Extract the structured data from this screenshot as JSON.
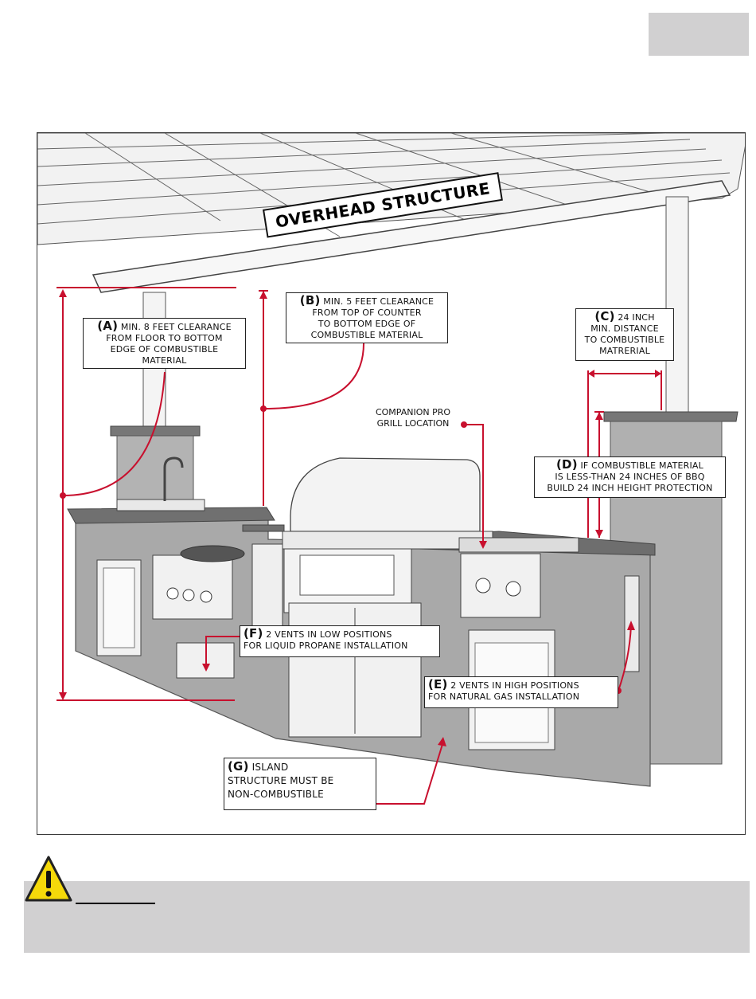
{
  "overhead_label": "OVERHEAD STRUCTURE",
  "callouts": {
    "a": {
      "tag": "(A)",
      "line1": "MIN. 8 FEET CLEARANCE",
      "line2": "FROM FLOOR TO BOTTOM",
      "line3": "EDGE OF COMBUSTIBLE",
      "line4": "MATERIAL"
    },
    "b": {
      "tag": "(B)",
      "line1": "MIN. 5 FEET CLEARANCE",
      "line2": "FROM TOP OF COUNTER",
      "line3": "TO BOTTOM EDGE OF",
      "line4": "COMBUSTIBLE MATERIAL"
    },
    "c": {
      "tag": "(C)",
      "line1": "24 INCH",
      "line2": "MIN. DISTANCE",
      "line3": "TO COMBUSTIBLE",
      "line4": "MATRERIAL"
    },
    "d": {
      "tag": "(D)",
      "line1": "IF COMBUSTIBLE MATERIAL",
      "line2": "IS LESS-THAN 24 INCHES OF BBQ",
      "line3": "BUILD 24 INCH HEIGHT PROTECTION"
    },
    "e": {
      "tag": "(E)",
      "line1": "2 VENTS IN HIGH POSITIONS",
      "line2": "FOR NATURAL GAS INSTALLATION"
    },
    "f": {
      "tag": "(F)",
      "line1": "2 VENTS IN LOW POSITIONS",
      "line2": "FOR LIQUID PROPANE INSTALLATION"
    },
    "g": {
      "tag": "(G)",
      "line1": "ISLAND",
      "line2": "STRUCTURE MUST BE",
      "line3": "NON-COMBUSTIBLE"
    }
  },
  "companion_label": {
    "line1": "COMPANION PRO",
    "line2": "GRILL LOCATION"
  },
  "colors": {
    "accent": "#c8102e",
    "island": "#a8a8a8",
    "counter": "#6e6e6e",
    "tab": "#d1d0d1",
    "warning": "#f5d90a"
  },
  "icons": {
    "warning": "warning-triangle-icon"
  }
}
